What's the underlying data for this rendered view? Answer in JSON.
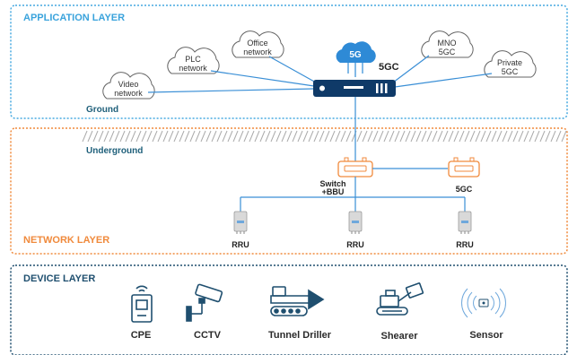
{
  "colors": {
    "app_blue": "#47a9e0",
    "network_orange": "#f08a3c",
    "device_navy": "#1f4f6f",
    "line_blue": "#3a8fd6",
    "core_navy": "#0f3a68"
  },
  "application_layer": {
    "title": "APPLICATION LAYER",
    "clouds": [
      {
        "line1": "Video",
        "line2": "network"
      },
      {
        "line1": "PLC",
        "line2": "network"
      },
      {
        "line1": "Office",
        "line2": "network"
      },
      {
        "line1": "MNO",
        "line2": "5GC"
      },
      {
        "line1": "Private",
        "line2": "5GC"
      }
    ],
    "core_label": "5GC",
    "core_cloud_label": "5G",
    "ground_label": "Ground"
  },
  "network_layer": {
    "title": "NETWORK LAYER",
    "underground_label": "Underground",
    "switch_line1": "Switch",
    "switch_line2": "+BBU",
    "edge_label": "5GC",
    "rru_labels": [
      "RRU",
      "RRU",
      "RRU"
    ]
  },
  "device_layer": {
    "title": "DEVICE LAYER",
    "devices": [
      "CPE",
      "CCTV",
      "Tunnel Driller",
      "Shearer",
      "Sensor"
    ]
  }
}
